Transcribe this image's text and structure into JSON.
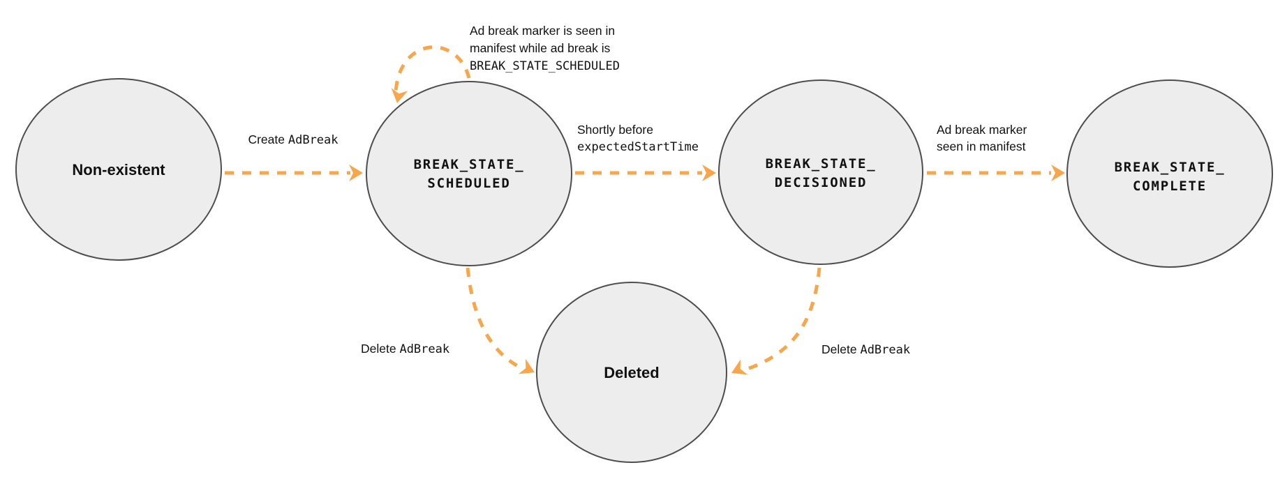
{
  "colors": {
    "arrow": "#F8A64C",
    "node_fill": "#EDEDED",
    "node_border": "#4D4D4D",
    "text_color": "#111111"
  },
  "nodes": {
    "non_existent": {
      "label": "Non-existent"
    },
    "scheduled": {
      "line1": "BREAK_STATE_",
      "line2": "SCHEDULED"
    },
    "decisioned": {
      "line1": "BREAK_STATE_",
      "line2": "DECISIONED"
    },
    "complete": {
      "line1": "BREAK_STATE_",
      "line2": "COMPLETE"
    },
    "deleted": {
      "label": "Deleted"
    }
  },
  "edges": {
    "create": {
      "plain": "Create ",
      "code": "AdBreak"
    },
    "self_loop": {
      "line1": "Ad break marker is seen in",
      "line2": "manifest while ad break is",
      "line3": "BREAK_STATE_SCHEDULED"
    },
    "before_start": {
      "line1": "Shortly before",
      "line2": "expectedStartTime"
    },
    "marker_seen": {
      "line1": "Ad break marker",
      "line2": "seen in manifest"
    },
    "delete_left": {
      "plain": "Delete ",
      "code": "AdBreak"
    },
    "delete_right": {
      "plain": "Delete ",
      "code": "AdBreak"
    }
  }
}
